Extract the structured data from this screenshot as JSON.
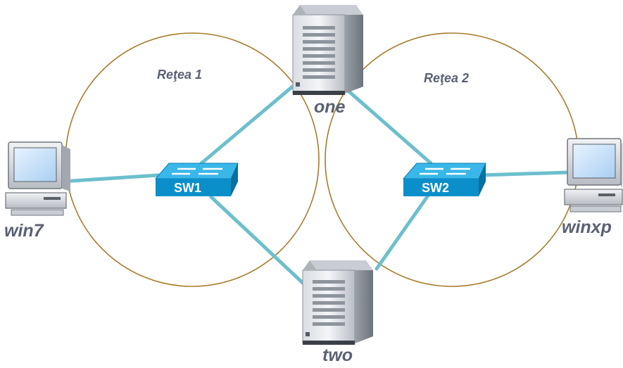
{
  "colors": {
    "circle": "#a67c2b",
    "link": "#6cbfcc",
    "label": "#5b6174",
    "switch_top": "#39b7e8",
    "switch_side": "#0a8fcb",
    "switch_text": "#ffffff"
  },
  "networks": [
    {
      "id": "net1",
      "label": "Reţea 1"
    },
    {
      "id": "net2",
      "label": "Reţea 2"
    }
  ],
  "switches": [
    {
      "id": "sw1",
      "label": "SW1",
      "icon": "network-switch-icon"
    },
    {
      "id": "sw2",
      "label": "SW2",
      "icon": "network-switch-icon"
    }
  ],
  "nodes": [
    {
      "id": "one",
      "label": "one",
      "icon": "server-tower-icon"
    },
    {
      "id": "two",
      "label": "two",
      "icon": "server-tower-icon"
    },
    {
      "id": "win7",
      "label": "win7",
      "icon": "desktop-computer-icon"
    },
    {
      "id": "winxp",
      "label": "winxp",
      "icon": "desktop-computer-icon"
    }
  ],
  "links": [
    {
      "from": "win7",
      "to": "sw1"
    },
    {
      "from": "sw1",
      "to": "one"
    },
    {
      "from": "sw1",
      "to": "two"
    },
    {
      "from": "one",
      "to": "sw2"
    },
    {
      "from": "two",
      "to": "sw2"
    },
    {
      "from": "sw2",
      "to": "winxp"
    }
  ]
}
